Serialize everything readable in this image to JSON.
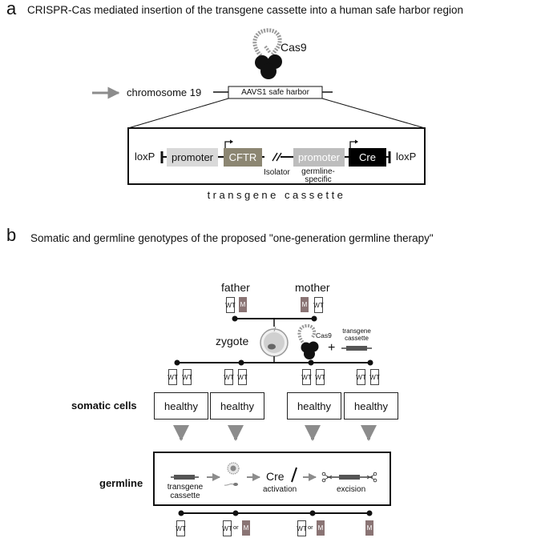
{
  "panel_a": {
    "letter": "a",
    "title": "CRISPR-Cas mediated insertion of the transgene cassette into a human safe harbor region",
    "cas9": "Cas9",
    "chromosome": "chromosome 19",
    "safe_harbor": "AAVS1 safe harbor",
    "loxp_left": "loxP",
    "loxp_right": "loxP",
    "promoter1": "promoter",
    "cftr": "CFTR",
    "isolator": "Isolator",
    "promoter2": "promoter",
    "germline_specific": "germline-\nspecific",
    "cre": "Cre",
    "cassette_caption": "transgene cassette"
  },
  "panel_b": {
    "letter": "b",
    "title": "Somatic and germline genotypes of the proposed \"one-generation germline therapy\"",
    "father": "father",
    "mother": "mother",
    "zygote": "zygote",
    "cas9": "Cas9",
    "plus": "+",
    "transgene_cassette": "transgene\ncassette",
    "somatic_cells": "somatic cells",
    "healthy": [
      "healthy",
      "healthy",
      "healthy",
      "healthy"
    ],
    "germline": "germline",
    "germ_transgene_cassette": "transgene\ncassette",
    "cre": "Cre",
    "activation": "activation",
    "excision": "excision",
    "wt": "WT",
    "m": "M",
    "or": "or"
  },
  "colors": {
    "promoter_box": "#d9d9d9",
    "cftr_box": "#8c8672",
    "germ_promoter_box": "#bdbdbd",
    "cre_box": "#000000",
    "mutant_gene": "#8a7474",
    "arrow_gray": "#8c8c8c",
    "cassette_bar": "#555555"
  }
}
